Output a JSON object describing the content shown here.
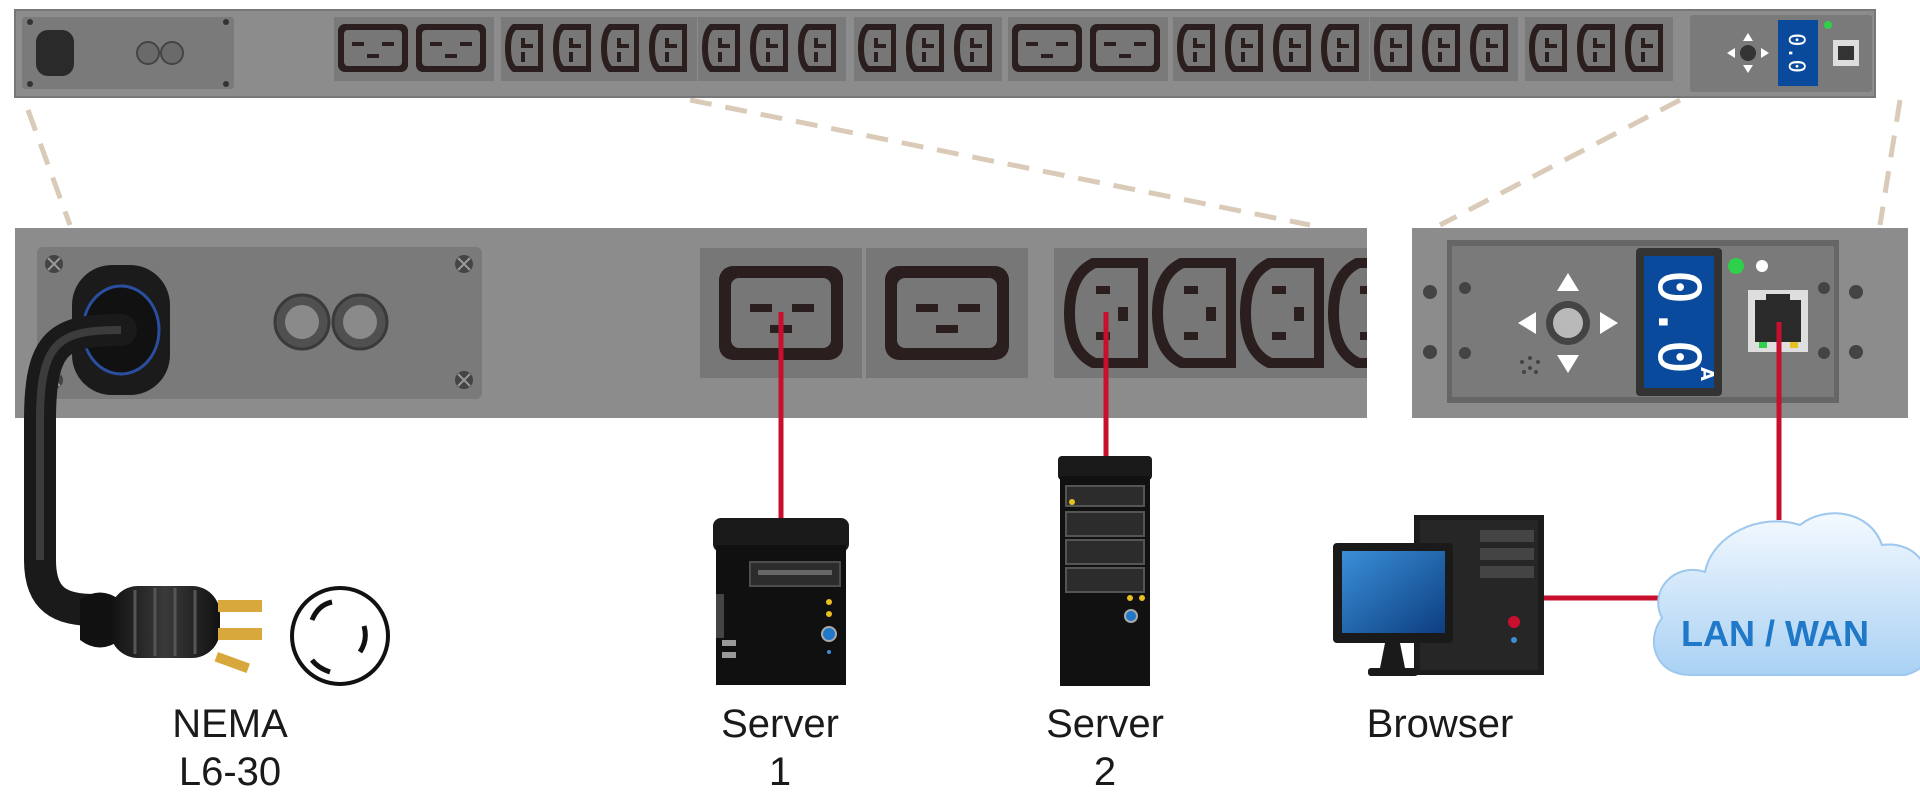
{
  "pdu": {
    "current_display": "0.0",
    "current_unit": "A"
  },
  "labels": {
    "plug_line1": "NEMA",
    "plug_line2": "L6-30",
    "server1_line1": "Server",
    "server1_line2": "1",
    "server2_line1": "Server",
    "server2_line2": "2",
    "browser": "Browser",
    "network": "LAN / WAN"
  },
  "icons": {
    "plug": "nema-plug-icon",
    "receptacle": "nema-receptacle-icon",
    "server1": "server-tower-icon",
    "server2": "server-tower-icon",
    "browser": "desktop-computer-icon",
    "network": "cloud-icon"
  },
  "colors": {
    "cable": "#c8102e",
    "panel": "#8c8c8c",
    "panel_dark": "#6e6e6e",
    "display_bg": "#0a4a9c",
    "cloud_text": "#1f78c8",
    "zoom_lines": "#d9cbb8"
  }
}
